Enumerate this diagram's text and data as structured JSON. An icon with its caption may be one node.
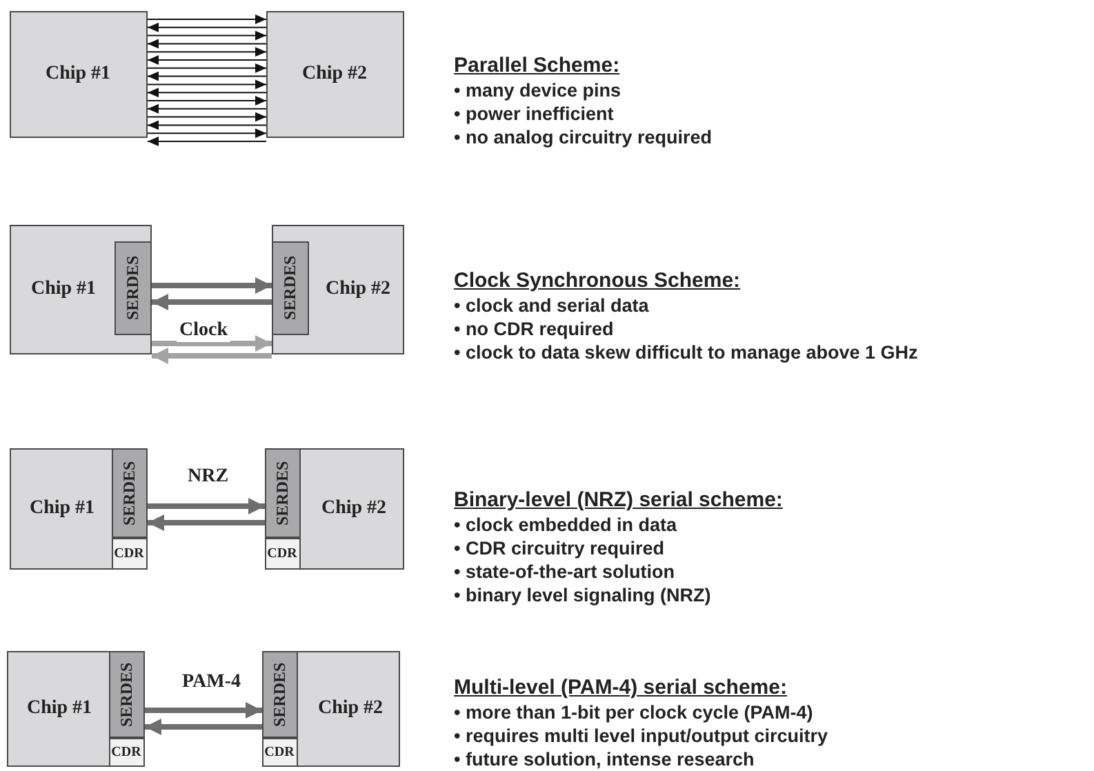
{
  "diagram": {
    "nodes": [
      {
        "text": [
          "Chip #1"
        ]
      },
      {
        "text": [
          "Chip #2"
        ]
      },
      {
        "text": [
          "Chip #1"
        ]
      },
      {
        "text": [
          "SERDES"
        ],
        "in": 2
      },
      {
        "text": [
          "Chip #2"
        ]
      },
      {
        "text": [
          "SERDES"
        ],
        "in": 4
      },
      {
        "text": [
          "Chip #1"
        ]
      },
      {
        "text": [
          "SERDES"
        ],
        "in": 6
      },
      {
        "text": [
          "CDR"
        ],
        "in": 6
      },
      {
        "text": [
          "Chip #2"
        ]
      },
      {
        "text": [
          "SERDES"
        ],
        "in": 9
      },
      {
        "text": [
          "CDR"
        ],
        "in": 9
      },
      {
        "text": [
          "Chip #1"
        ]
      },
      {
        "text": [
          "SERDES"
        ],
        "in": 12
      },
      {
        "text": [
          "CDR"
        ],
        "in": 12
      },
      {
        "text": [
          "Chip #2"
        ]
      },
      {
        "text": [
          "SERDES"
        ],
        "in": 15
      },
      {
        "text": [
          "CDR"
        ],
        "in": 15
      }
    ],
    "edges": [
      {
        "from": 0,
        "to": 1,
        "arrow": "to"
      },
      {
        "from": 1,
        "to": 0,
        "arrow": "to"
      },
      {
        "from": 0,
        "to": 1,
        "arrow": "to"
      },
      {
        "from": 1,
        "to": 0,
        "arrow": "to"
      },
      {
        "from": 0,
        "to": 1,
        "arrow": "to"
      },
      {
        "from": 1,
        "to": 0,
        "arrow": "to"
      },
      {
        "from": 0,
        "to": 1,
        "arrow": "to"
      },
      {
        "from": 1,
        "to": 0,
        "arrow": "to"
      },
      {
        "from": 0,
        "to": 1,
        "arrow": "to"
      },
      {
        "from": 1,
        "to": 0,
        "arrow": "to"
      },
      {
        "from": 0,
        "to": 1,
        "arrow": "to"
      },
      {
        "from": 1,
        "to": 0,
        "arrow": "to"
      },
      {
        "from": 0,
        "to": 1,
        "arrow": "to"
      },
      {
        "from": 1,
        "to": 0,
        "arrow": "to"
      },
      {
        "from": 0,
        "to": 1,
        "arrow": "to"
      },
      {
        "from": 1,
        "to": 0,
        "arrow": "to"
      },
      {
        "from": 3,
        "to": 5,
        "arrow": "to",
        "style": "thick",
        "color": "#6e6e6e"
      },
      {
        "from": 5,
        "to": 3,
        "arrow": "to",
        "style": "thick",
        "color": "#6e6e6e"
      },
      {
        "from": 2,
        "to": 4,
        "arrow": "to",
        "label": "Clock",
        "style": "thick",
        "color": "#a3a3a3"
      },
      {
        "from": 4,
        "to": 2,
        "arrow": "to",
        "style": "thick",
        "color": "#a3a3a3"
      },
      {
        "from": 7,
        "to": 10,
        "arrow": "to",
        "label": "NRZ",
        "style": "thick",
        "color": "#6e6e6e"
      },
      {
        "from": 10,
        "to": 7,
        "arrow": "to",
        "style": "thick",
        "color": "#6e6e6e"
      },
      {
        "from": 13,
        "to": 16,
        "arrow": "to",
        "label": "PAM-4",
        "style": "thick",
        "color": "#6e6e6e"
      },
      {
        "from": 16,
        "to": 13,
        "arrow": "to",
        "style": "thick",
        "color": "#6e6e6e"
      }
    ],
    "labels": [
      "Parallel Scheme:",
      "• many device pins",
      "• power inefficient",
      "• no analog circuitry required",
      "Clock Synchronous Scheme:",
      "• clock and serial data",
      "• no CDR required",
      "• clock to data skew difficult to manage above 1 GHz",
      "Binary-level (NRZ) serial scheme:",
      "• clock embedded in data",
      "• CDR circuitry required",
      "• state-of-the-art solution",
      "• binary level signaling (NRZ)",
      "Multi-level (PAM-4) serial scheme:",
      "• more than 1-bit per clock cycle (PAM-4)",
      "• requires multi level input/output circuitry",
      "• future solution, intense research"
    ]
  }
}
